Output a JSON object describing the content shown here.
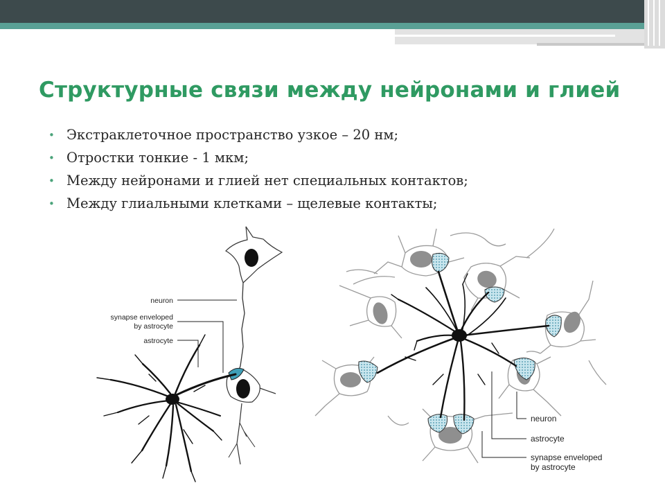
{
  "slide": {
    "title": "Структурные связи между нейронами и глией",
    "bullet_marker": "•",
    "bullets": [
      "Экстраклеточное пространство узкое – 20 нм;",
      "Отростки тонкие - 1 мкм;",
      "Между нейронами и глией нет специальных контактов;",
      "Между глиальными клетками – щелевые контакты;"
    ]
  },
  "figure_left": {
    "label_neuron": "neuron",
    "label_synapse_line1": "synapse enveloped",
    "label_synapse_line2": "by astrocyte",
    "label_astrocyte": "astrocyte"
  },
  "figure_right": {
    "label_neuron": "neuron",
    "label_astrocyte": "astrocyte",
    "label_synapse_line1": "synapse enveloped",
    "label_synapse_line2": "by astrocyte"
  },
  "colors": {
    "title": "#2f9a62",
    "banner_dark": "#3d4a4c",
    "banner_teal": "#5aa095",
    "synapse_fill": "#c9e6ee",
    "synapse_dot": "#3f8fa6",
    "nucleus": "#8f8f8f"
  }
}
